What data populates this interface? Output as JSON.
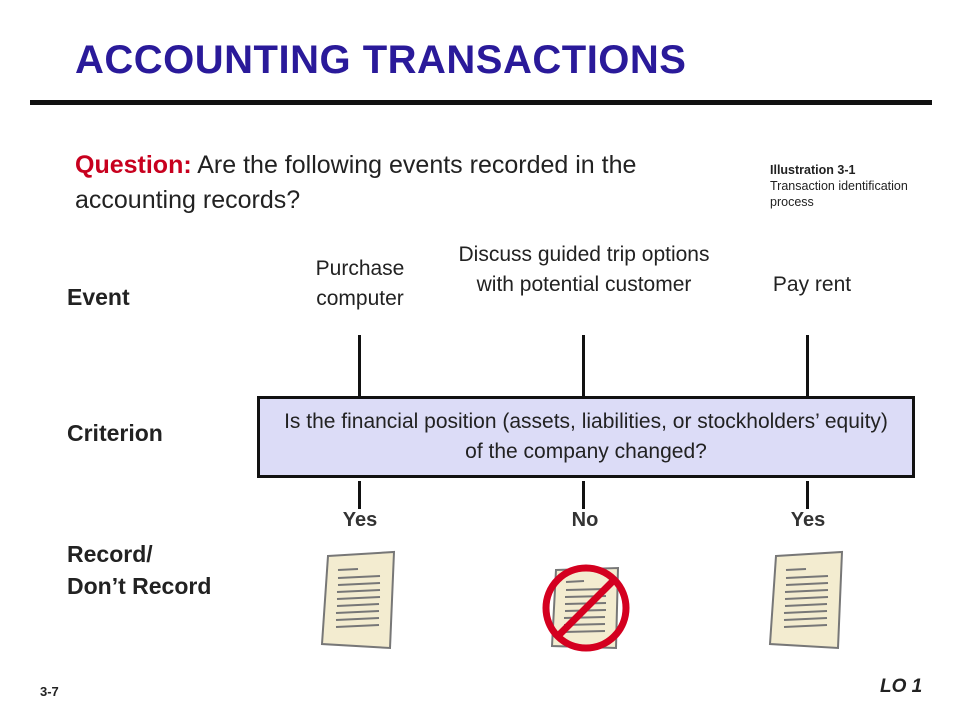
{
  "title": "ACCOUNTING TRANSACTIONS",
  "question": {
    "label": "Question:",
    "text": "Are the following events recorded in the accounting records?"
  },
  "illustration": {
    "title": "Illustration 3-1",
    "caption": "Transaction identification process"
  },
  "rows": {
    "event": "Event",
    "criterion": "Criterion",
    "record_line1": "Record/",
    "record_line2": "Don’t Record"
  },
  "events": [
    {
      "text": "Purchase computer",
      "answer": "Yes",
      "record": true
    },
    {
      "text": "Discuss guided trip options with potential customer",
      "answer": "No",
      "record": false
    },
    {
      "text": "Pay rent",
      "answer": "Yes",
      "record": true
    }
  ],
  "criterion": "Is the financial position (assets, liabilities, or stockholders’ equity) of the company changed?",
  "footer": {
    "slide_number": "3-7",
    "lo": "LO 1"
  },
  "colors": {
    "title": "#2a1a9a",
    "question_label": "#c8001e",
    "criterion_fill": "#dcdcf7",
    "no_symbol": "#d4001f"
  }
}
